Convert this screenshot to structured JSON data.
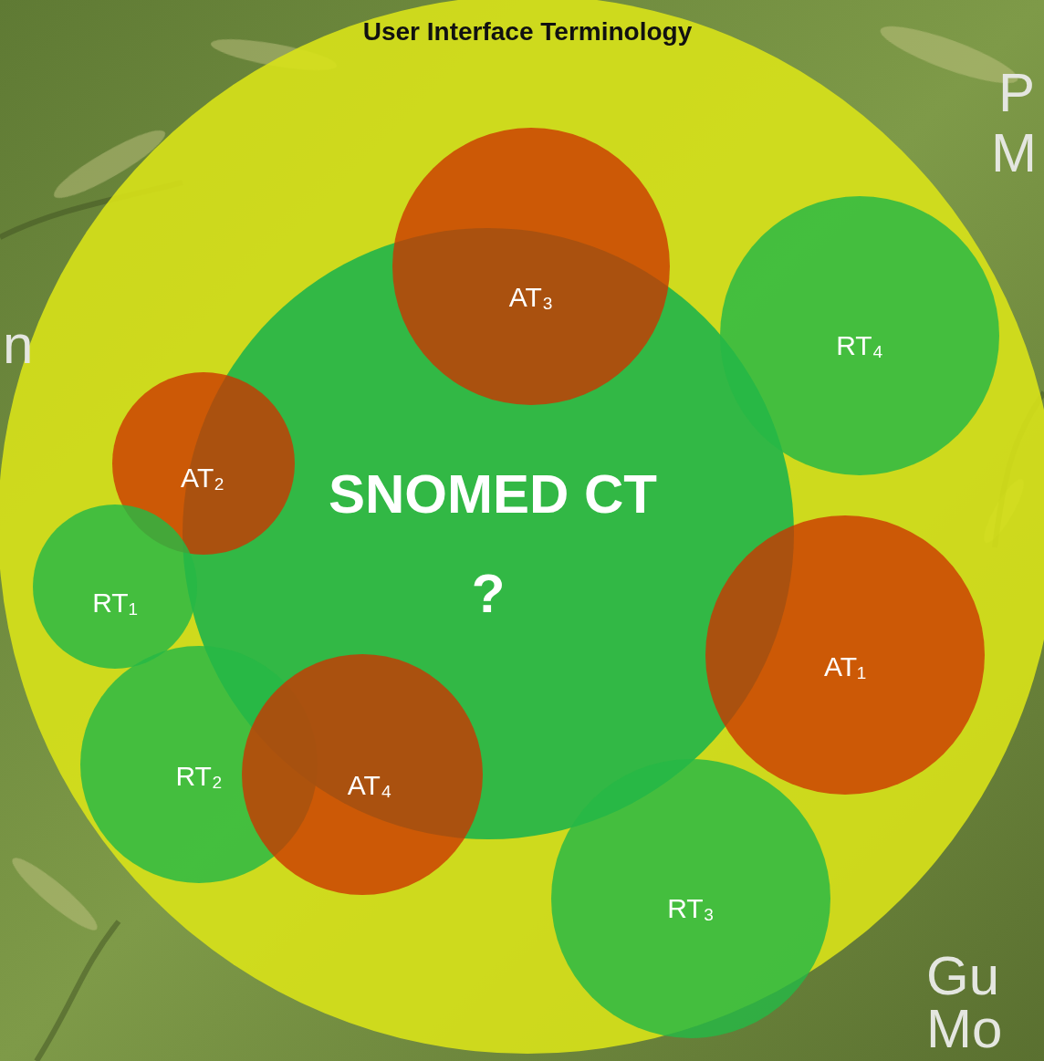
{
  "diagram": {
    "nodes": [
      {
        "text": [
          "User Interface Terminology"
        ]
      },
      {
        "text": [
          "SNOMED CT",
          "?"
        ],
        "in": 0
      },
      {
        "text": [
          "AT₃"
        ],
        "in": 0
      },
      {
        "text": [
          "RT₄"
        ],
        "in": 0
      },
      {
        "text": [
          "AT₂"
        ],
        "in": 0
      },
      {
        "text": [
          "RT₁"
        ],
        "in": 0
      },
      {
        "text": [
          "AT₁"
        ],
        "in": 0
      },
      {
        "text": [
          "RT₂"
        ],
        "in": 0
      },
      {
        "text": [
          "AT₄"
        ],
        "in": 0
      },
      {
        "text": [
          "RT₃"
        ],
        "in": 0
      }
    ],
    "labels": [
      "P",
      "M",
      "n",
      "Gu",
      "Mo"
    ]
  }
}
